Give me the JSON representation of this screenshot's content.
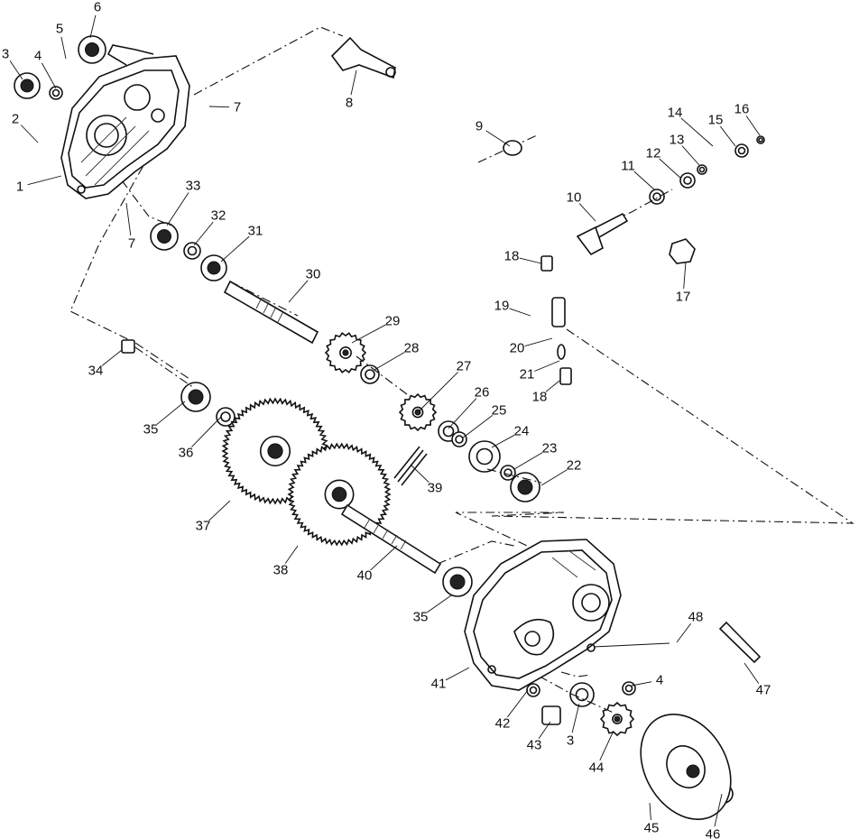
{
  "callouts": [
    {
      "id": "c1",
      "label": "1"
    },
    {
      "id": "c2",
      "label": "2"
    },
    {
      "id": "c3a",
      "label": "3"
    },
    {
      "id": "c4a",
      "label": "4"
    },
    {
      "id": "c5",
      "label": "5"
    },
    {
      "id": "c6",
      "label": "6"
    },
    {
      "id": "c7a",
      "label": "7"
    },
    {
      "id": "c7b",
      "label": "7"
    },
    {
      "id": "c8",
      "label": "8"
    },
    {
      "id": "c9",
      "label": "9"
    },
    {
      "id": "c10",
      "label": "10"
    },
    {
      "id": "c11",
      "label": "11"
    },
    {
      "id": "c12",
      "label": "12"
    },
    {
      "id": "c13",
      "label": "13"
    },
    {
      "id": "c14",
      "label": "14"
    },
    {
      "id": "c15",
      "label": "15"
    },
    {
      "id": "c16",
      "label": "16"
    },
    {
      "id": "c17",
      "label": "17"
    },
    {
      "id": "c18a",
      "label": "18"
    },
    {
      "id": "c18b",
      "label": "18"
    },
    {
      "id": "c19",
      "label": "19"
    },
    {
      "id": "c20",
      "label": "20"
    },
    {
      "id": "c21",
      "label": "21"
    },
    {
      "id": "c22",
      "label": "22"
    },
    {
      "id": "c23",
      "label": "23"
    },
    {
      "id": "c24",
      "label": "24"
    },
    {
      "id": "c25",
      "label": "25"
    },
    {
      "id": "c26",
      "label": "26"
    },
    {
      "id": "c27",
      "label": "27"
    },
    {
      "id": "c28",
      "label": "28"
    },
    {
      "id": "c29",
      "label": "29"
    },
    {
      "id": "c30",
      "label": "30"
    },
    {
      "id": "c31",
      "label": "31"
    },
    {
      "id": "c32",
      "label": "32"
    },
    {
      "id": "c33",
      "label": "33"
    },
    {
      "id": "c34",
      "label": "34"
    },
    {
      "id": "c35a",
      "label": "35"
    },
    {
      "id": "c35b",
      "label": "35"
    },
    {
      "id": "c36",
      "label": "36"
    },
    {
      "id": "c37",
      "label": "37"
    },
    {
      "id": "c38",
      "label": "38"
    },
    {
      "id": "c39",
      "label": "39"
    },
    {
      "id": "c40",
      "label": "40"
    },
    {
      "id": "c41",
      "label": "41"
    },
    {
      "id": "c42",
      "label": "42"
    },
    {
      "id": "c43",
      "label": "43"
    },
    {
      "id": "c3b",
      "label": "3"
    },
    {
      "id": "c44",
      "label": "44"
    },
    {
      "id": "c4b",
      "label": "4"
    },
    {
      "id": "c45",
      "label": "45"
    },
    {
      "id": "c46",
      "label": "46"
    },
    {
      "id": "c47",
      "label": "47"
    },
    {
      "id": "c48",
      "label": "48"
    }
  ]
}
